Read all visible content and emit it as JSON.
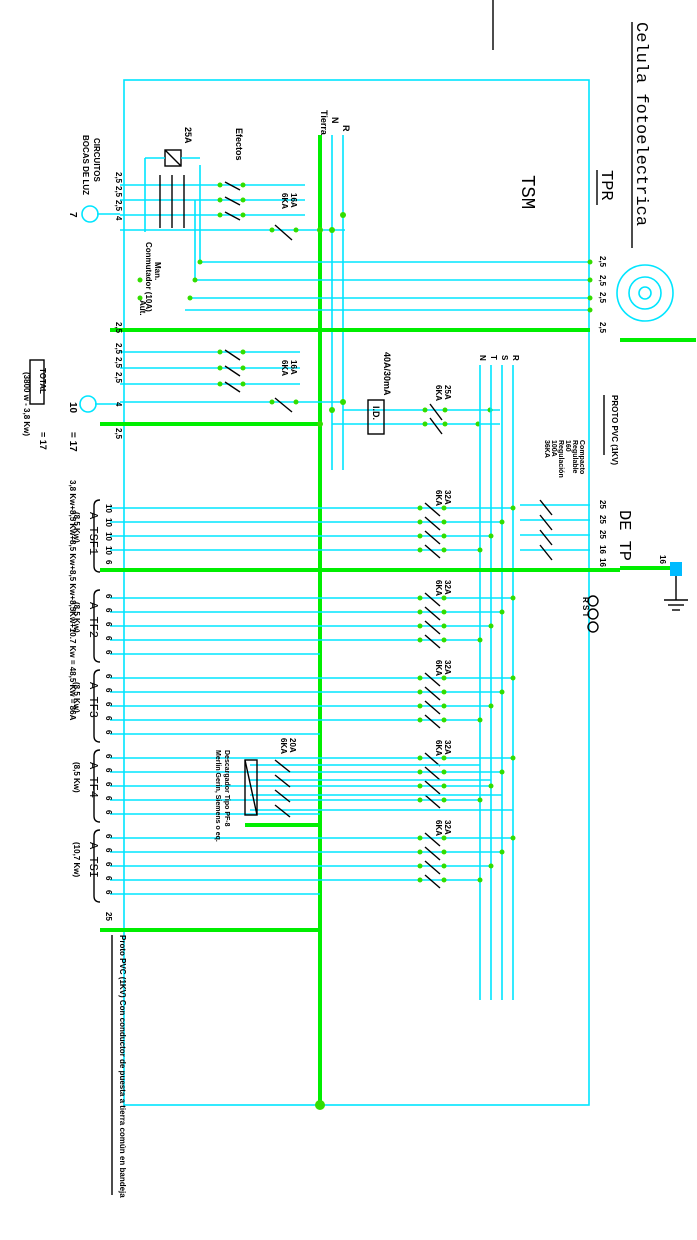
{
  "titles": {
    "fotocelula": "Celula fotoelectrica",
    "tpr": "TPR",
    "tsm": "TSM",
    "de_tp": "DE TP"
  },
  "phases_top": [
    "R",
    "N",
    "Tierra"
  ],
  "phases_mid": [
    "R",
    "S",
    "T",
    "N"
  ],
  "labels": {
    "efectos": "Efectos",
    "relay_25a": "25A",
    "circuitos": "CIRCUITOS",
    "bocas_de_luz": "BOCAS DE LUZ",
    "circuit_count_1": "7",
    "circuit_count_2": "10",
    "circuit_count_2_eq": "= 17",
    "breaker_16a": "16A",
    "breaker_6ka": "6KA",
    "man": "Man.",
    "aut": "Aut.",
    "conmutador": "Conmutador (10A)",
    "diff_rating": "40A/30mA",
    "diff_box": "I.D.",
    "breaker_25a": "25A",
    "proto_pvc": "PROTO PVC (1KV)",
    "compacto": "Compacto",
    "regulable": "Regulable",
    "reg_160": "160",
    "regulacion": "Regulación",
    "reg_100a": "100A",
    "reg_36ka": "36KA",
    "rst": "R S T",
    "total_label": "TOTAL",
    "total_eq": "= 17",
    "total_power": "(3800 w - 3,8 Kw)",
    "sum_power": "3,8 Kw+8,5 Kw+8,5 Kw+8,5 Kw+8,5Kw+10.7 Kw = 48,5 Kw = 86A",
    "descargador_1": "Descargador Tipo PF-8",
    "descargador_2": "Merlin Gerin, Siemens o eq.",
    "breaker_20a": "20A",
    "footer_note": "Proto PVC (1KV) Con conductor de puesta a tierra común en bandeja",
    "t_mark": "T"
  },
  "feed_sections": [
    "2,5",
    "2,5",
    "2,5",
    "2,5"
  ],
  "circuit_sections_a": [
    "2,5",
    "2,5",
    "2,5",
    "4",
    "2,5"
  ],
  "circuit_sections_b": [
    "2,5",
    "2,5",
    "2,5",
    "4",
    "2,5"
  ],
  "main_sections": [
    "25",
    "25",
    "25",
    "16",
    "16",
    "16"
  ],
  "loads": [
    {
      "name": "A TSF1",
      "power": "(8,5 Kw)",
      "sections": [
        "10",
        "10",
        "10",
        "10",
        "6"
      ],
      "breaker": "32A",
      "ka": "6KA"
    },
    {
      "name": "A TF2",
      "power": "(8,5 Kw)",
      "sections": [
        "6",
        "6",
        "6",
        "6",
        "6"
      ],
      "breaker": "32A",
      "ka": "6KA"
    },
    {
      "name": "A TF3",
      "power": "(8,5 Kw)",
      "sections": [
        "6",
        "6",
        "6",
        "6",
        "6"
      ],
      "breaker": "32A",
      "ka": "6KA"
    },
    {
      "name": "A TF4",
      "power": "(8,5 Kw)",
      "sections": [
        "6",
        "6",
        "6",
        "6",
        "6"
      ],
      "breaker": "32A",
      "ka": "6KA"
    },
    {
      "name": "A TSI",
      "power": "(10,7 Kw)",
      "sections": [
        "6",
        "6",
        "6",
        "6",
        "6"
      ],
      "breaker": "32A",
      "ka": "6KA"
    }
  ],
  "bottom_section": "25"
}
